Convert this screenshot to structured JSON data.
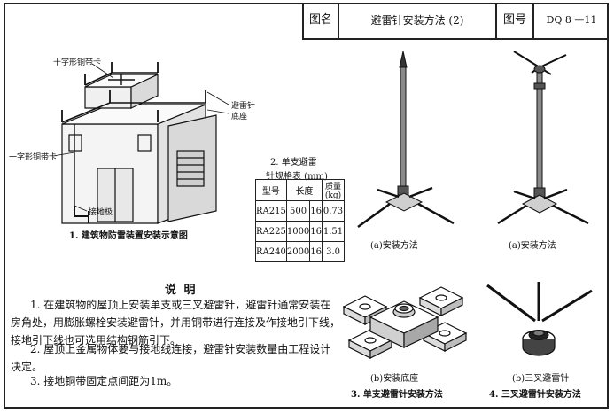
{
  "header": {
    "name_label": "图名",
    "title": "避雷针安装方法 (2)",
    "number_label": "图号",
    "number": "DQ 8 —11"
  },
  "building": {
    "label_cross_clip": "十字形铜带卡",
    "label_rod": "避雷针",
    "label_base": "底座",
    "label_straight_clip": "一字形铜带卡",
    "label_ground": "接地极",
    "caption": "1. 建筑物防雷装置安装示意图"
  },
  "spec_table": {
    "title_line1": "2. 单支避雷",
    "title_line2": "针规格表 (mm)",
    "headers": [
      "型号",
      "长度",
      "质量(kg)"
    ],
    "rows": [
      [
        "RA215",
        "500",
        "16",
        "0.73"
      ],
      [
        "RA225",
        "1000",
        "16",
        "1.51"
      ],
      [
        "RA240",
        "2000",
        "16",
        "3.0"
      ]
    ]
  },
  "notes": {
    "heading": "说  明",
    "items": [
      "1. 在建筑物的屋顶上安装单支或三叉避雷针，避雷针通常安装在房角处，用膨胀螺栓安装避雷针，并用铜带进行连接及作接地引下线，接地引下线也可选用结构钢筋引下。",
      "2. 屋顶上金属物体要与接地线连接，避雷针安装数量由工程设计决定。",
      "3. 接地铜带固定点间距为1m。"
    ]
  },
  "figures": {
    "single_install": "(a)安装方法",
    "triple_install": "(a)安装方法",
    "base": "(b)安装底座",
    "triple_rod": "(b)三叉避雷针",
    "caption_single": "3. 单支避雷针安装方法",
    "caption_triple": "4. 三叉避雷针安装方法"
  }
}
